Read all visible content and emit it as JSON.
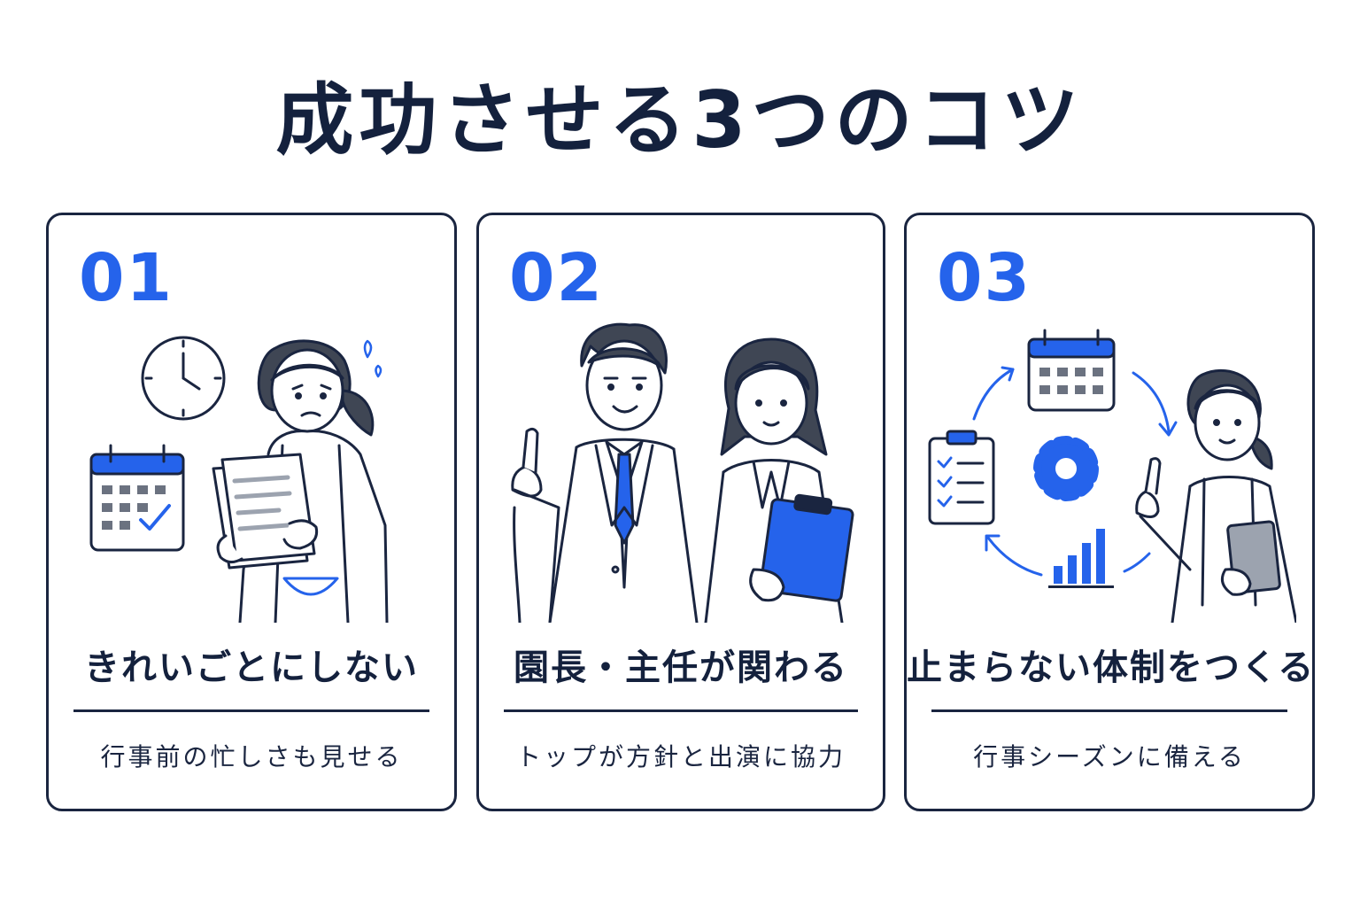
{
  "title": "成功させる3つのコツ",
  "colors": {
    "accent": "#2563eb",
    "ink": "#14213d",
    "border": "#1a2540"
  },
  "cards": [
    {
      "number": "01",
      "heading": "きれいごとにしない",
      "subtext": "行事前の忙しさも見せる",
      "icons": [
        "clock-icon",
        "calendar-check-icon",
        "worried-teacher-figure",
        "documents-icon"
      ]
    },
    {
      "number": "02",
      "heading": "園長・主任が関わる",
      "subtext": "トップが方針と出演に協力",
      "icons": [
        "principal-figure",
        "head-teacher-figure",
        "clipboard-icon"
      ]
    },
    {
      "number": "03",
      "heading": "止まらない体制をつくる",
      "subtext": "行事シーズンに備える",
      "icons": [
        "calendar-icon",
        "checklist-icon",
        "gear-icon",
        "bar-chart-icon",
        "cycle-arrows-icon",
        "teacher-tablet-figure"
      ]
    }
  ]
}
